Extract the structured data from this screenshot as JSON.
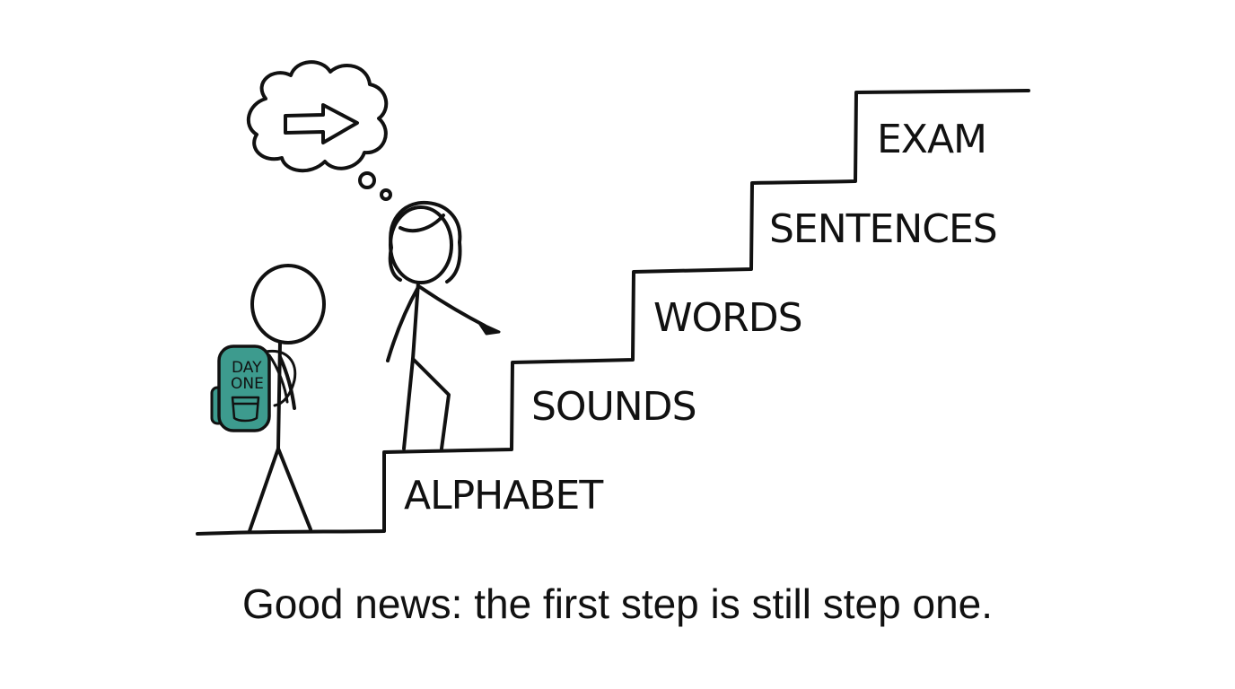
{
  "steps": [
    {
      "label": "ALPHABET"
    },
    {
      "label": "SOUNDS"
    },
    {
      "label": "WORDS"
    },
    {
      "label": "SENTENCES"
    },
    {
      "label": "EXAM"
    }
  ],
  "backpack": {
    "line1": "DAY",
    "line2": "ONE",
    "color": "#3d9b8e"
  },
  "thought_bubble": {
    "icon": "arrow-right-icon"
  },
  "caption": "Good news: the first step is still step one."
}
